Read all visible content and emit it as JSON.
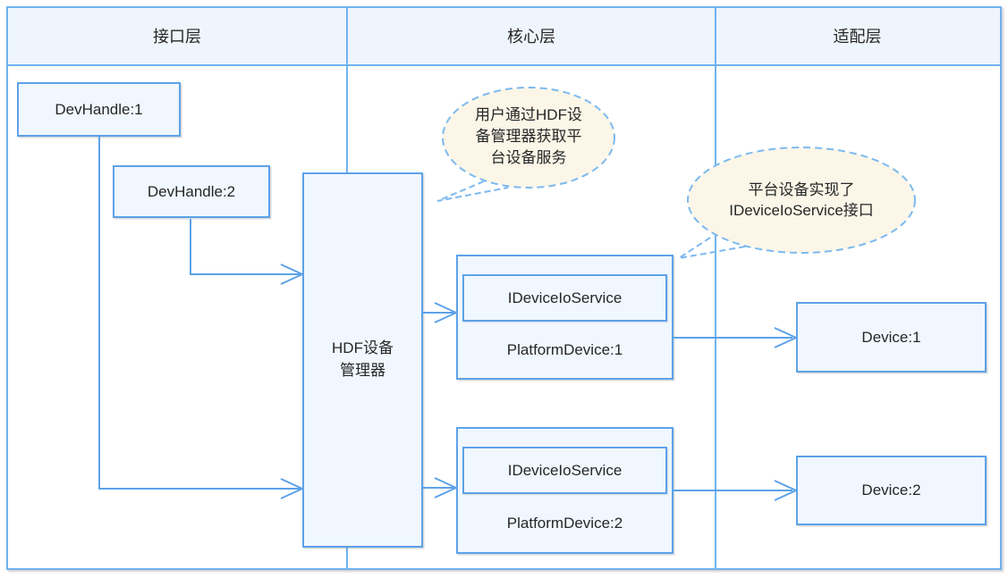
{
  "diagram": {
    "title_columns": [
      {
        "label": "接口层"
      },
      {
        "label": "核心层"
      },
      {
        "label": "适配层"
      }
    ],
    "nodes": {
      "devhandle1": {
        "label": "DevHandle:1"
      },
      "devhandle2": {
        "label": "DevHandle:2"
      },
      "hdf_manager": {
        "label": "HDF设备\n管理器"
      },
      "platform1": {
        "interface": "IDeviceIoService",
        "label": "PlatformDevice:1"
      },
      "platform2": {
        "interface": "IDeviceIoService",
        "label": "PlatformDevice:2"
      },
      "device1": {
        "label": "Device:1"
      },
      "device2": {
        "label": "Device:2"
      }
    },
    "callouts": [
      {
        "text": "用户通过HDF设\n备管理器获取平\n台设备服务"
      },
      {
        "text": "平台设备实现了\nIDeviceIoService接口"
      }
    ],
    "colors": {
      "frame_border": "#70b2f0",
      "node_border": "#5da2e8",
      "connector": "#5da2e8",
      "node_fill": "#f0f7ff",
      "header_fill": "#eef5fc",
      "callout_fill": "#fbf6e7",
      "callout_stroke": "#7cb9f0",
      "text": "#262626"
    }
  }
}
